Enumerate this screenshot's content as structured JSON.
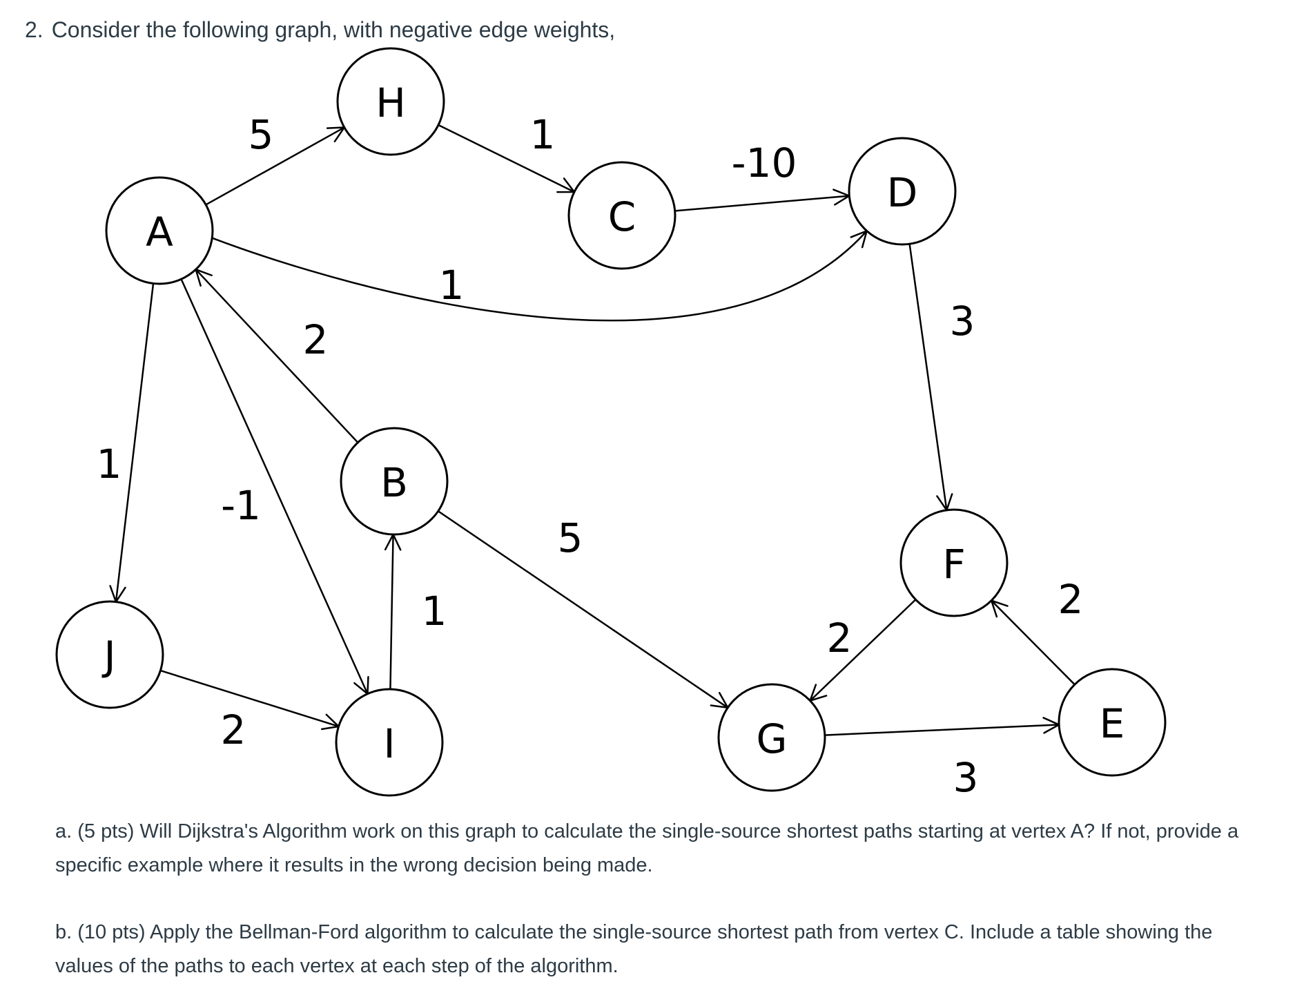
{
  "intro": {
    "number": "2.",
    "text": "Consider the following graph, with negative edge weights,"
  },
  "graph": {
    "nodes": [
      {
        "id": "H",
        "label": "H"
      },
      {
        "id": "A",
        "label": "A"
      },
      {
        "id": "C",
        "label": "C"
      },
      {
        "id": "D",
        "label": "D"
      },
      {
        "id": "B",
        "label": "B"
      },
      {
        "id": "F",
        "label": "F"
      },
      {
        "id": "J",
        "label": "J"
      },
      {
        "id": "I",
        "label": "I"
      },
      {
        "id": "G",
        "label": "G"
      },
      {
        "id": "E",
        "label": "E"
      }
    ],
    "edges": [
      {
        "from": "A",
        "to": "H",
        "weight": "5"
      },
      {
        "from": "H",
        "to": "C",
        "weight": "1"
      },
      {
        "from": "C",
        "to": "D",
        "weight": "-10"
      },
      {
        "from": "A",
        "to": "D",
        "weight": "1"
      },
      {
        "from": "D",
        "to": "F",
        "weight": "3"
      },
      {
        "from": "B",
        "to": "A",
        "weight": "2"
      },
      {
        "from": "A",
        "to": "J",
        "weight": "1"
      },
      {
        "from": "A",
        "to": "I",
        "weight": "-1"
      },
      {
        "from": "I",
        "to": "B",
        "weight": "1"
      },
      {
        "from": "B",
        "to": "G",
        "weight": "5"
      },
      {
        "from": "J",
        "to": "I",
        "weight": "2"
      },
      {
        "from": "F",
        "to": "G",
        "weight": "2"
      },
      {
        "from": "E",
        "to": "F",
        "weight": "2"
      },
      {
        "from": "G",
        "to": "E",
        "weight": "3"
      }
    ]
  },
  "questions": {
    "a": "a. (5 pts) Will Dijkstra's Algorithm work on this graph to calculate the single-source shortest paths starting at vertex A? If not, provide a specific example where it results in the wrong decision being made.",
    "b": "b. (10 pts) Apply the Bellman-Ford algorithm to calculate the single-source shortest path from vertex C. Include a table showing the values of the paths to each vertex at each step of the algorithm."
  }
}
